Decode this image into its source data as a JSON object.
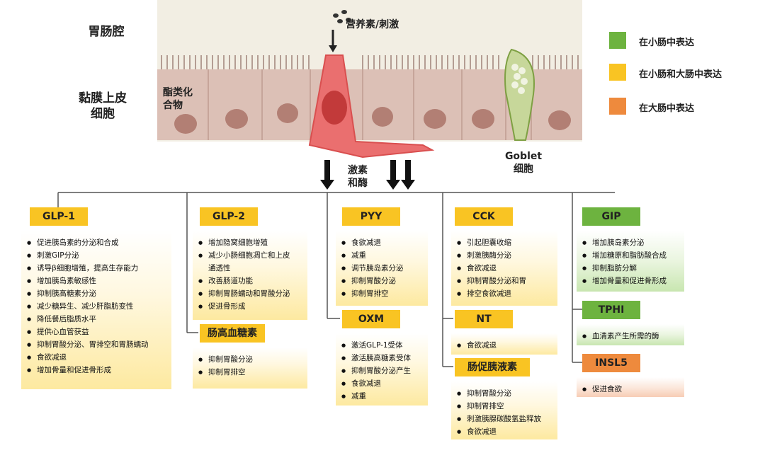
{
  "labels": {
    "lumen": "胃肠腔",
    "nutrients": "营养素/刺激",
    "epithelium_line1": "黏膜上皮",
    "epithelium_line2": "细胞",
    "lipid_line1": "酯类化",
    "lipid_line2": "合物",
    "goblet_line1": "Goblet",
    "goblet_line2": "细胞",
    "hormones_line1": "激素",
    "hormones_line2": "和酶"
  },
  "legend": [
    {
      "label": "在小肠中表达",
      "color": "#6db33f"
    },
    {
      "label": "在小肠和大肠中表达",
      "color": "#f9c423"
    },
    {
      "label": "在大肠中表达",
      "color": "#ee8a3d"
    }
  ],
  "hormones": {
    "glp1": {
      "name": "GLP-1",
      "items": [
        "促进胰岛素的分泌和合成",
        "刺激GIP分泌",
        "诱导β细胞增殖，提高生存能力",
        "增加胰岛素敏感性",
        "抑制胰高糖素分泌",
        "减少糖异生、减少肝脂肪变性",
        "降低餐后脂质水平",
        "提供心血管获益",
        "抑制胃酸分泌、胃排空和胃肠蠕动",
        "食欲减退",
        "增加骨量和促进骨形成"
      ]
    },
    "glp2": {
      "name": "GLP-2",
      "items": [
        "增加隐窝细胞增殖",
        "减少小肠细胞凋亡和上皮",
        "通透性",
        "改善肠道功能",
        "抑制胃肠蠕动和胃酸分泌",
        "促进骨形成"
      ]
    },
    "glucagon": {
      "name": "肠高血糖素",
      "items": [
        "抑制胃酸分泌",
        "抑制胃排空"
      ]
    },
    "pyy": {
      "name": "PYY",
      "items": [
        "食欲减退",
        "减重",
        "调节胰岛素分泌",
        "抑制胃酸分泌",
        "抑制胃排空"
      ]
    },
    "oxm": {
      "name": "OXM",
      "items": [
        "激活GLP-1受体",
        "激活胰高糖素受体",
        "抑制胃酸分泌产生",
        "食欲减退",
        "减重"
      ]
    },
    "cck": {
      "name": "CCK",
      "items": [
        "引起胆囊收缩",
        "刺激胰酶分泌",
        "食欲减退",
        "抑制胃酸分泌和胃",
        "排空食欲减退"
      ]
    },
    "nt": {
      "name": "NT",
      "items": [
        "食欲减退"
      ]
    },
    "secretin": {
      "name": "肠促胰液素",
      "items": [
        "抑制胃酸分泌",
        "抑制胃排空",
        "刺激胰腺碳酸氢盐释放",
        "食欲减退"
      ]
    },
    "gip": {
      "name": "GIP",
      "items": [
        "增加胰岛素分泌",
        "增加糖原和脂肪酸合成",
        "抑制脂肪分解",
        "增加骨量和促进骨形成"
      ]
    },
    "tphi": {
      "name": "TPHI",
      "items": [
        "血清素产生所需的酶"
      ]
    },
    "insl5": {
      "name": "INSL5",
      "items": [
        "促进食欲"
      ]
    }
  },
  "colors": {
    "yellow": "#f9c423",
    "green": "#6db33f",
    "orange": "#ee8a3d",
    "cell": "#d9b8ad",
    "enteroendocrine": "#ea6f6f"
  }
}
